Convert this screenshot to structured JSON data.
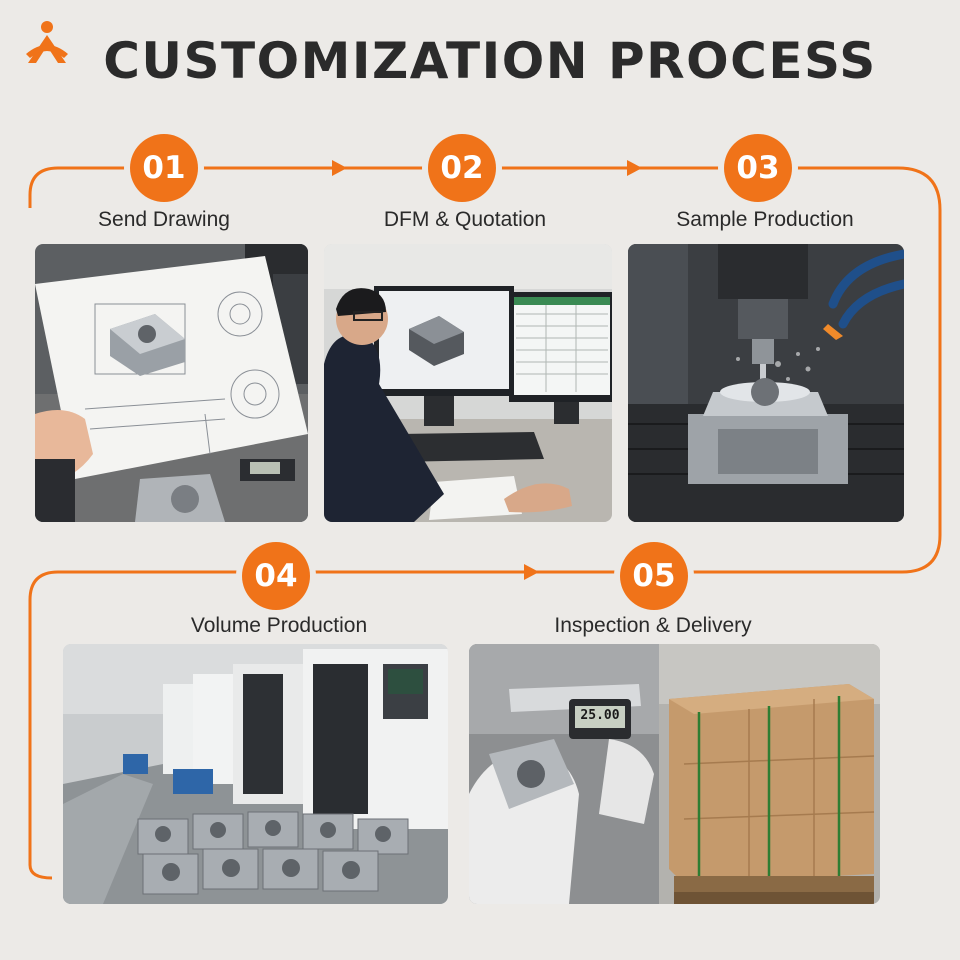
{
  "header": {
    "title": "CUSTOMIZATION PROCESS",
    "logo_icon": "person-arch-logo-icon"
  },
  "colors": {
    "accent": "#f07319",
    "background": "#eceae7",
    "title": "#2b2b2b"
  },
  "steps": [
    {
      "number": "01",
      "label": "Send Drawing"
    },
    {
      "number": "02",
      "label": "DFM & Quotation"
    },
    {
      "number": "03",
      "label": "Sample Production"
    },
    {
      "number": "04",
      "label": "Volume Production"
    },
    {
      "number": "05",
      "label": "Inspection & Delivery"
    }
  ],
  "photos": {
    "caliper_reading": "25.00"
  }
}
